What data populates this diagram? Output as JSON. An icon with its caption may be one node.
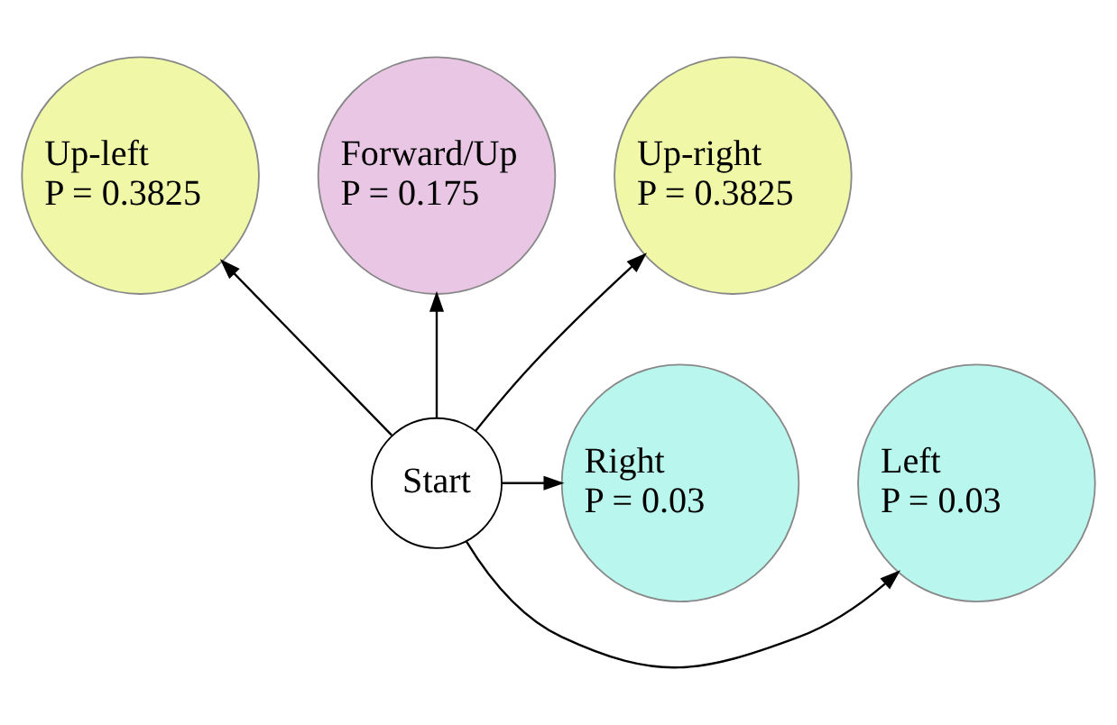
{
  "diagram": {
    "nodes": [
      {
        "text": [
          "Up-left",
          "P = 0.3825"
        ]
      },
      {
        "text": [
          "Forward/Up",
          "P = 0.175"
        ]
      },
      {
        "text": [
          "Up-right",
          "P = 0.3825"
        ]
      },
      {
        "text": [
          "Left",
          "P = 0.03"
        ]
      },
      {
        "text": [
          "Start"
        ]
      },
      {
        "text": [
          "Right",
          "P = 0.03"
        ]
      }
    ],
    "edges": [
      {
        "from": 4,
        "to": 0,
        "arrow": "to"
      },
      {
        "from": 4,
        "to": 1,
        "arrow": "to"
      },
      {
        "from": 4,
        "to": 2,
        "arrow": "to"
      },
      {
        "from": 4,
        "to": 3,
        "arrow": "to"
      },
      {
        "from": 4,
        "to": 5,
        "arrow": "to"
      }
    ]
  }
}
